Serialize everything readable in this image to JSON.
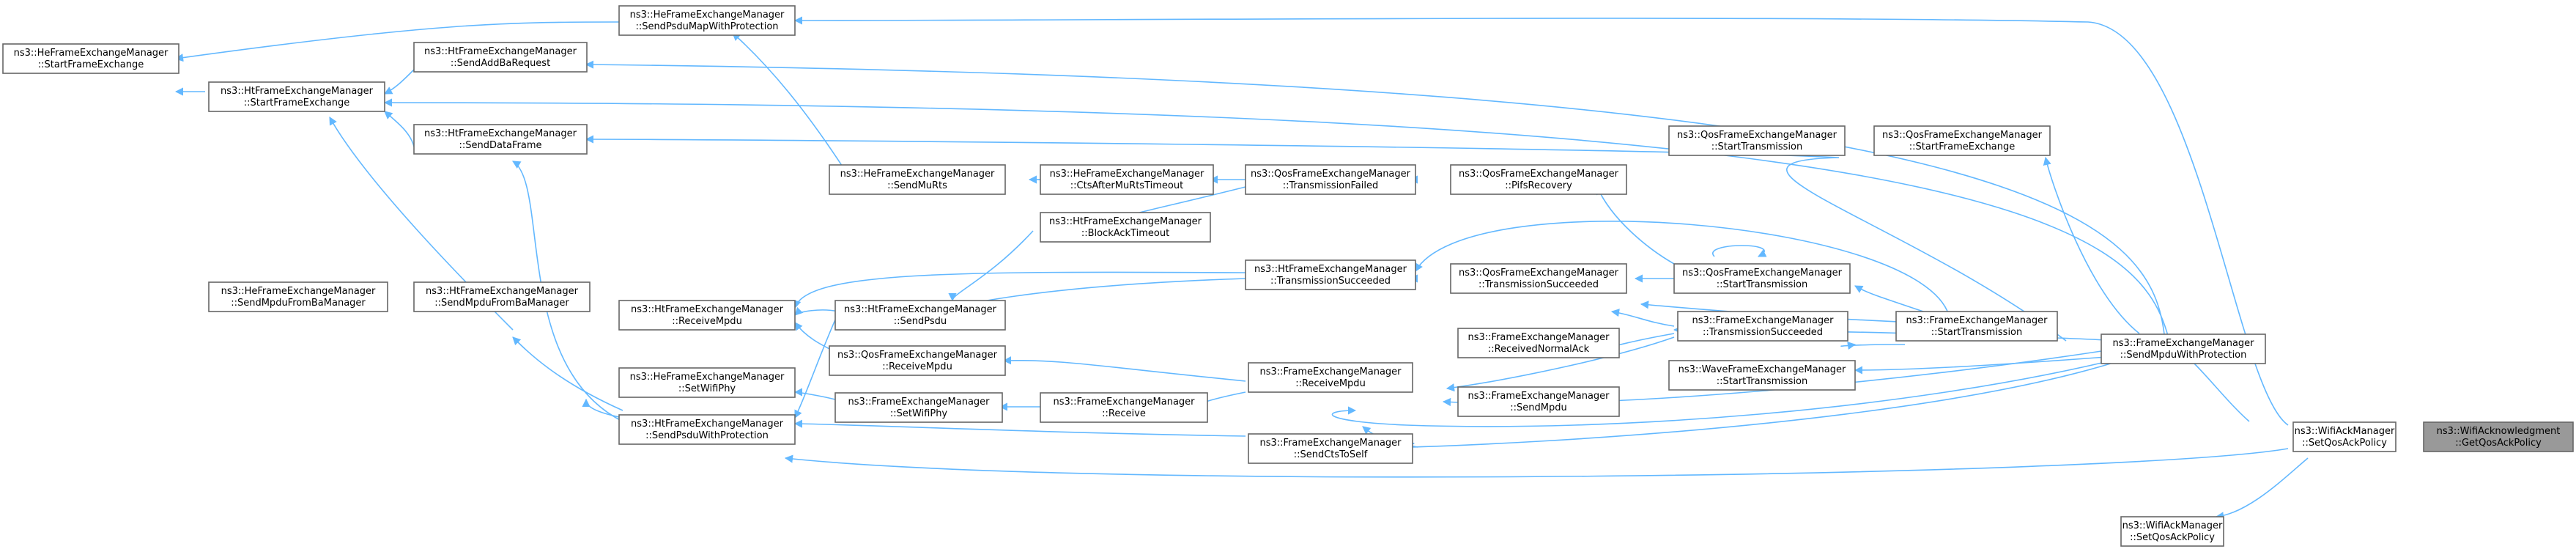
{
  "diagram": {
    "target_function": {
      "line1": "ns3::WifiAcknowledgment",
      "line2": "::GetQosAckPolicy"
    },
    "nodes": {
      "he_start_fe": {
        "line1": "ns3::HeFrameExchangeManager",
        "line2": "::StartFrameExchange"
      },
      "he_send_psdu_map": {
        "line1": "ns3::HeFrameExchangeManager",
        "line2": "::SendPsduMapWithProtection"
      },
      "ht_send_addba": {
        "line1": "ns3::HtFrameExchangeManager",
        "line2": "::SendAddBaRequest"
      },
      "ht_start_fe": {
        "line1": "ns3::HtFrameExchangeManager",
        "line2": "::StartFrameExchange"
      },
      "ht_send_data": {
        "line1": "ns3::HtFrameExchangeManager",
        "line2": "::SendDataFrame"
      },
      "he_send_mpdu_ba": {
        "line1": "ns3::HeFrameExchangeManager",
        "line2": "::SendMpduFromBaManager"
      },
      "ht_send_mpdu_ba": {
        "line1": "ns3::HtFrameExchangeManager",
        "line2": "::SendMpduFromBaManager"
      },
      "ht_receive_mpdu": {
        "line1": "ns3::HtFrameExchangeManager",
        "line2": "::ReceiveMpdu"
      },
      "he_set_wifi_phy": {
        "line1": "ns3::HeFrameExchangeManager",
        "line2": "::SetWifiPhy"
      },
      "ht_send_psdu_prot": {
        "line1": "ns3::HtFrameExchangeManager",
        "line2": "::SendPsduWithProtection"
      },
      "he_send_mu_rts": {
        "line1": "ns3::HeFrameExchangeManager",
        "line2": "::SendMuRts"
      },
      "ht_send_psdu": {
        "line1": "ns3::HtFrameExchangeManager",
        "line2": "::SendPsdu"
      },
      "qos_receive_mpdu": {
        "line1": "ns3::QosFrameExchangeManager",
        "line2": "::ReceiveMpdu"
      },
      "fe_set_wifi_phy": {
        "line1": "ns3::FrameExchangeManager",
        "line2": "::SetWifiPhy"
      },
      "he_cts_after_mu_rts": {
        "line1": "ns3::HeFrameExchangeManager",
        "line2": "::CtsAfterMuRtsTimeout"
      },
      "ht_block_ack_timeout": {
        "line1": "ns3::HtFrameExchangeManager",
        "line2": "::BlockAckTimeout"
      },
      "fe_receive": {
        "line1": "ns3::FrameExchangeManager",
        "line2": "::Receive"
      },
      "qos_transmission_failed": {
        "line1": "ns3::QosFrameExchangeManager",
        "line2": "::TransmissionFailed"
      },
      "ht_transmission_succeeded": {
        "line1": "ns3::HtFrameExchangeManager",
        "line2": "::TransmissionSucceeded"
      },
      "fe_receive_mpdu": {
        "line1": "ns3::FrameExchangeManager",
        "line2": "::ReceiveMpdu"
      },
      "fe_send_cts_to_self": {
        "line1": "ns3::FrameExchangeManager",
        "line2": "::SendCtsToSelf"
      },
      "qos_pifs_recovery": {
        "line1": "ns3::QosFrameExchangeManager",
        "line2": "::PifsRecovery"
      },
      "qos_transmission_succeeded": {
        "line1": "ns3::QosFrameExchangeManager",
        "line2": "::TransmissionSucceeded"
      },
      "fe_received_normal_ack": {
        "line1": "ns3::FrameExchangeManager",
        "line2": "::ReceivedNormalAck"
      },
      "fe_send_mpdu": {
        "line1": "ns3::FrameExchangeManager",
        "line2": "::SendMpdu"
      },
      "qos_start_transmission_a": {
        "line1": "ns3::QosFrameExchangeManager",
        "line2": "::StartTransmission"
      },
      "qos_start_transmission_b": {
        "line1": "ns3::QosFrameExchangeManager",
        "line2": "::StartTransmission"
      },
      "fe_transmission_succeeded": {
        "line1": "ns3::FrameExchangeManager",
        "line2": "::TransmissionSucceeded"
      },
      "wave_start_transmission": {
        "line1": "ns3::WaveFrameExchangeManager",
        "line2": "::StartTransmission"
      },
      "qos_start_fe": {
        "line1": "ns3::QosFrameExchangeManager",
        "line2": "::StartFrameExchange"
      },
      "fe_start_transmission": {
        "line1": "ns3::FrameExchangeManager",
        "line2": "::StartTransmission"
      },
      "fe_send_mpdu_prot": {
        "line1": "ns3::FrameExchangeManager",
        "line2": "::SendMpduWithProtection"
      },
      "ack_set_qos_policy_a": {
        "line1": "ns3::WifiAckManager",
        "line2": "::SetQosAckPolicy"
      },
      "ack_set_qos_policy_b": {
        "line1": "ns3::WifiAckManager",
        "line2": "::SetQosAckPolicy"
      }
    }
  }
}
